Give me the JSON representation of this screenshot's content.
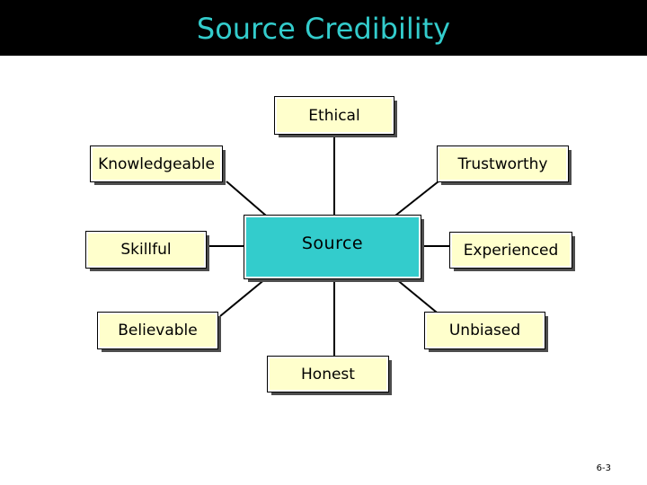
{
  "title": "Source Credibility",
  "colors": {
    "title_background": "#000000",
    "title_text": "#33cccc",
    "node_fill": "#ffffcc",
    "center_fill": "#33cccc",
    "connector": "#000000",
    "shadow": "#4d4d4d"
  },
  "diagram": {
    "center": "Source",
    "attributes": {
      "top": "Ethical",
      "top_left": "Knowledgeable",
      "top_right": "Trustworthy",
      "left": "Skillful",
      "right": "Experienced",
      "bottom_left": "Believable",
      "bottom_right": "Unbiased",
      "bottom": "Honest"
    }
  },
  "slide_number": "6-3"
}
